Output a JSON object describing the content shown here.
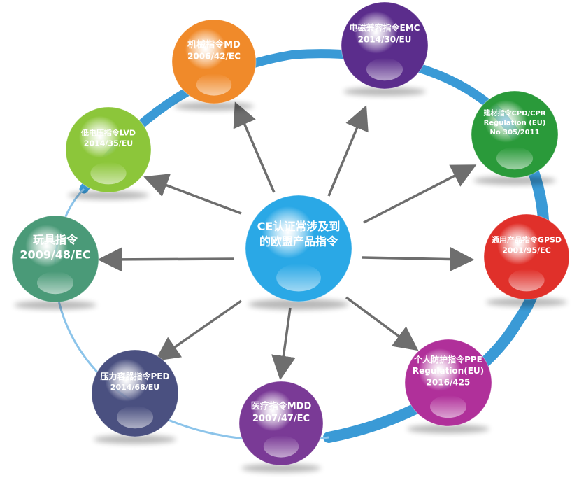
{
  "center": {
    "lines": [
      "CE认证常涉及到",
      "的欧盟产品指令"
    ],
    "color": "#2aa8e6"
  },
  "ring_color": "#3a9ad6",
  "nodes": [
    {
      "id": "md",
      "lines": [
        "机械指令MD",
        "2006/42/EC"
      ],
      "color": "#f08a2a"
    },
    {
      "id": "emc",
      "lines": [
        "电磁兼容指令EMC",
        "2014/30/EU"
      ],
      "color": "#5b2d8c"
    },
    {
      "id": "cpd",
      "lines": [
        "建材指令CPD/CPR",
        "Regulation (EU)",
        "No 305/2011"
      ],
      "color": "#2a9a3a"
    },
    {
      "id": "gpsd",
      "lines": [
        "通用产品指令GPSD",
        "2001/95/EC"
      ],
      "color": "#e0302a"
    },
    {
      "id": "ppe",
      "lines": [
        "个人防护指令PPE",
        "Regulation(EU)",
        "2016/425"
      ],
      "color": "#b0309a"
    },
    {
      "id": "mdd",
      "lines": [
        "医疗指令MDD",
        "2007/47/EC"
      ],
      "color": "#7a3a96"
    },
    {
      "id": "ped",
      "lines": [
        "压力容器指令PED",
        "2014/68/EU"
      ],
      "color": "#4a5080"
    },
    {
      "id": "toy",
      "lines": [
        "玩具指令",
        "2009/48/EC"
      ],
      "color": "#4a9a78"
    },
    {
      "id": "lvd",
      "lines": [
        "低电压指令LVD",
        "2014/35/EU"
      ],
      "color": "#8cc63a"
    }
  ]
}
